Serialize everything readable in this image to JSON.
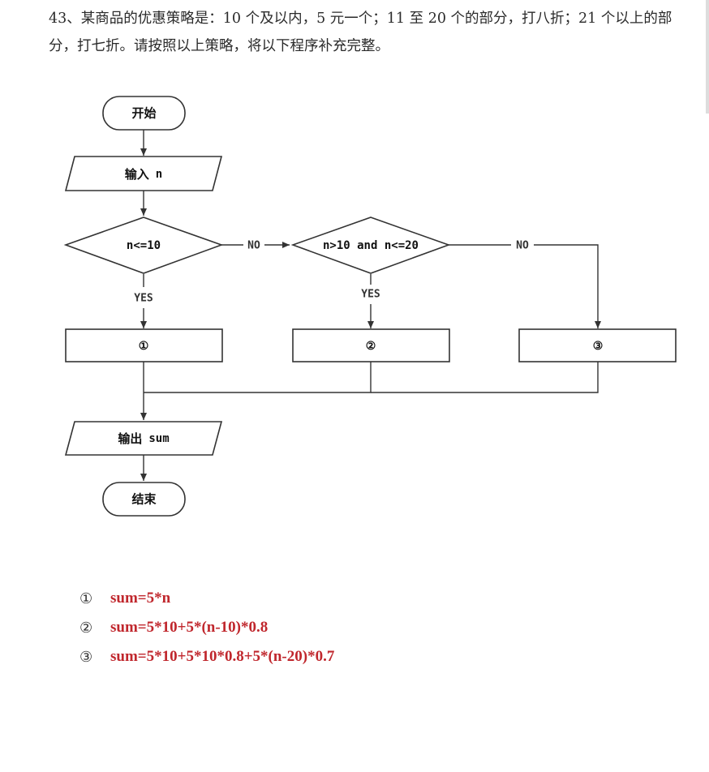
{
  "question": "43、某商品的优惠策略是：10 个及以内，5 元一个；11 至 20 个的部分，打八折；21 个以上的部分，打七折。请按照以上策略，将以下程序补充完整。",
  "flowchart": {
    "start": "开始",
    "input_cn": "输入",
    "input_var": "n",
    "cond1": "n<=10",
    "cond2": "n>10 and n<=20",
    "no_label": "NO",
    "yes_label": "YES",
    "box1": "①",
    "box2": "②",
    "box3": "③",
    "output_cn": "输出",
    "output_var": "sum",
    "end": "结束"
  },
  "answers": [
    {
      "num": "①",
      "text": "sum=5*n"
    },
    {
      "num": "②",
      "text": "sum=5*10+5*(n-10)*0.8"
    },
    {
      "num": "③",
      "text": "sum=5*10+5*10*0.8+5*(n-20)*0.7"
    }
  ]
}
